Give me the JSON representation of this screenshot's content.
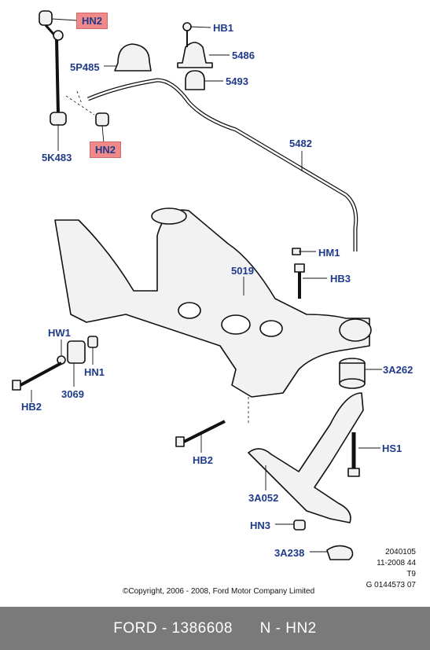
{
  "labels": {
    "hn2_top": "HN2",
    "hb1": "HB1",
    "p5486": "5486",
    "p5p485": "5P485",
    "p5493": "5493",
    "hn2_mid": "HN2",
    "p5k483": "5K483",
    "p5482": "5482",
    "hm1": "HM1",
    "p5019": "5019",
    "hb3": "HB3",
    "hw1": "HW1",
    "hn1": "HN1",
    "p3a262": "3A262",
    "hb2_left": "HB2",
    "p3069": "3069",
    "hs1": "HS1",
    "hb2_mid": "HB2",
    "p3a052": "3A052",
    "hn3": "HN3",
    "p3a238": "3A238"
  },
  "meta": {
    "code": "2040105",
    "date": "11-2008 44",
    "t9": "T9",
    "gref": "G 0144573 07"
  },
  "copyright": "©Copyright, 2006 - 2008, Ford Motor Company Limited",
  "footer": {
    "brand": "FORD",
    "part_number": "1386608",
    "ref": "N - HN2"
  },
  "colors": {
    "label": "#1f3a8a",
    "highlight": "#f08a8a",
    "footer_bg": "#7a7a7a"
  }
}
